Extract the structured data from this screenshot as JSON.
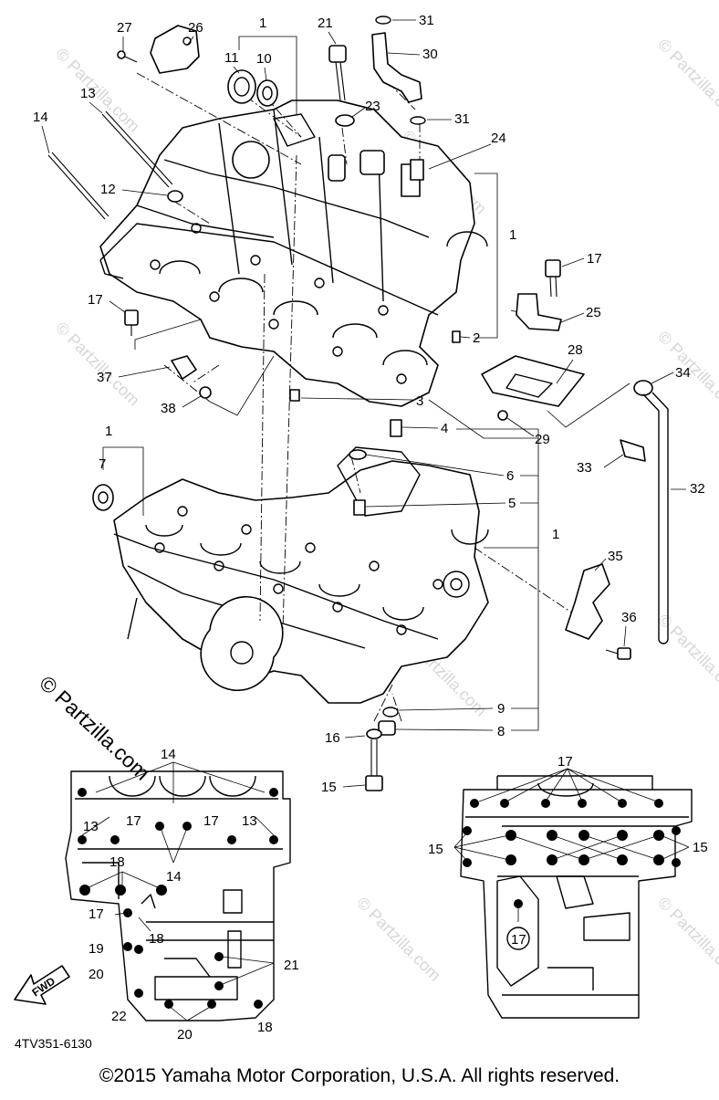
{
  "diagram": {
    "drawing_code": "4TV351-6130",
    "copyright": "©2015 Yamaha Motor Corporation, U.S.A. All rights reserved.",
    "watermark_main": "© Partzilla.com",
    "watermark_faint": "© Partzilla.com",
    "fwd_label": "FWD",
    "callouts": {
      "c1a": "1",
      "c1b": "1",
      "c1c": "1",
      "c1d": "1",
      "c2": "2",
      "c3": "3",
      "c4": "4",
      "c5": "5",
      "c6": "6",
      "c7": "7",
      "c8": "8",
      "c9": "9",
      "c10": "10",
      "c11": "11",
      "c12": "12",
      "c13a": "13",
      "c13b": "13",
      "c13c": "13",
      "c14a": "14",
      "c14b": "14",
      "c14c": "14",
      "c15a": "15",
      "c15b": "15",
      "c15c": "15",
      "c16": "16",
      "c17a": "17",
      "c17b": "17",
      "c17c": "17",
      "c17d": "17",
      "c17e": "17",
      "c17f": "17",
      "c17g": "17",
      "c18a": "18",
      "c18b": "18",
      "c18c": "18",
      "c19": "19",
      "c20a": "20",
      "c20b": "20",
      "c21a": "21",
      "c21b": "21",
      "c22": "22",
      "c23": "23",
      "c24": "24",
      "c25": "25",
      "c26": "26",
      "c27": "27",
      "c28": "28",
      "c29": "29",
      "c30": "30",
      "c31a": "31",
      "c31b": "31",
      "c32": "32",
      "c33": "33",
      "c34": "34",
      "c35": "35",
      "c36": "36",
      "c37": "37",
      "c38": "38"
    }
  }
}
